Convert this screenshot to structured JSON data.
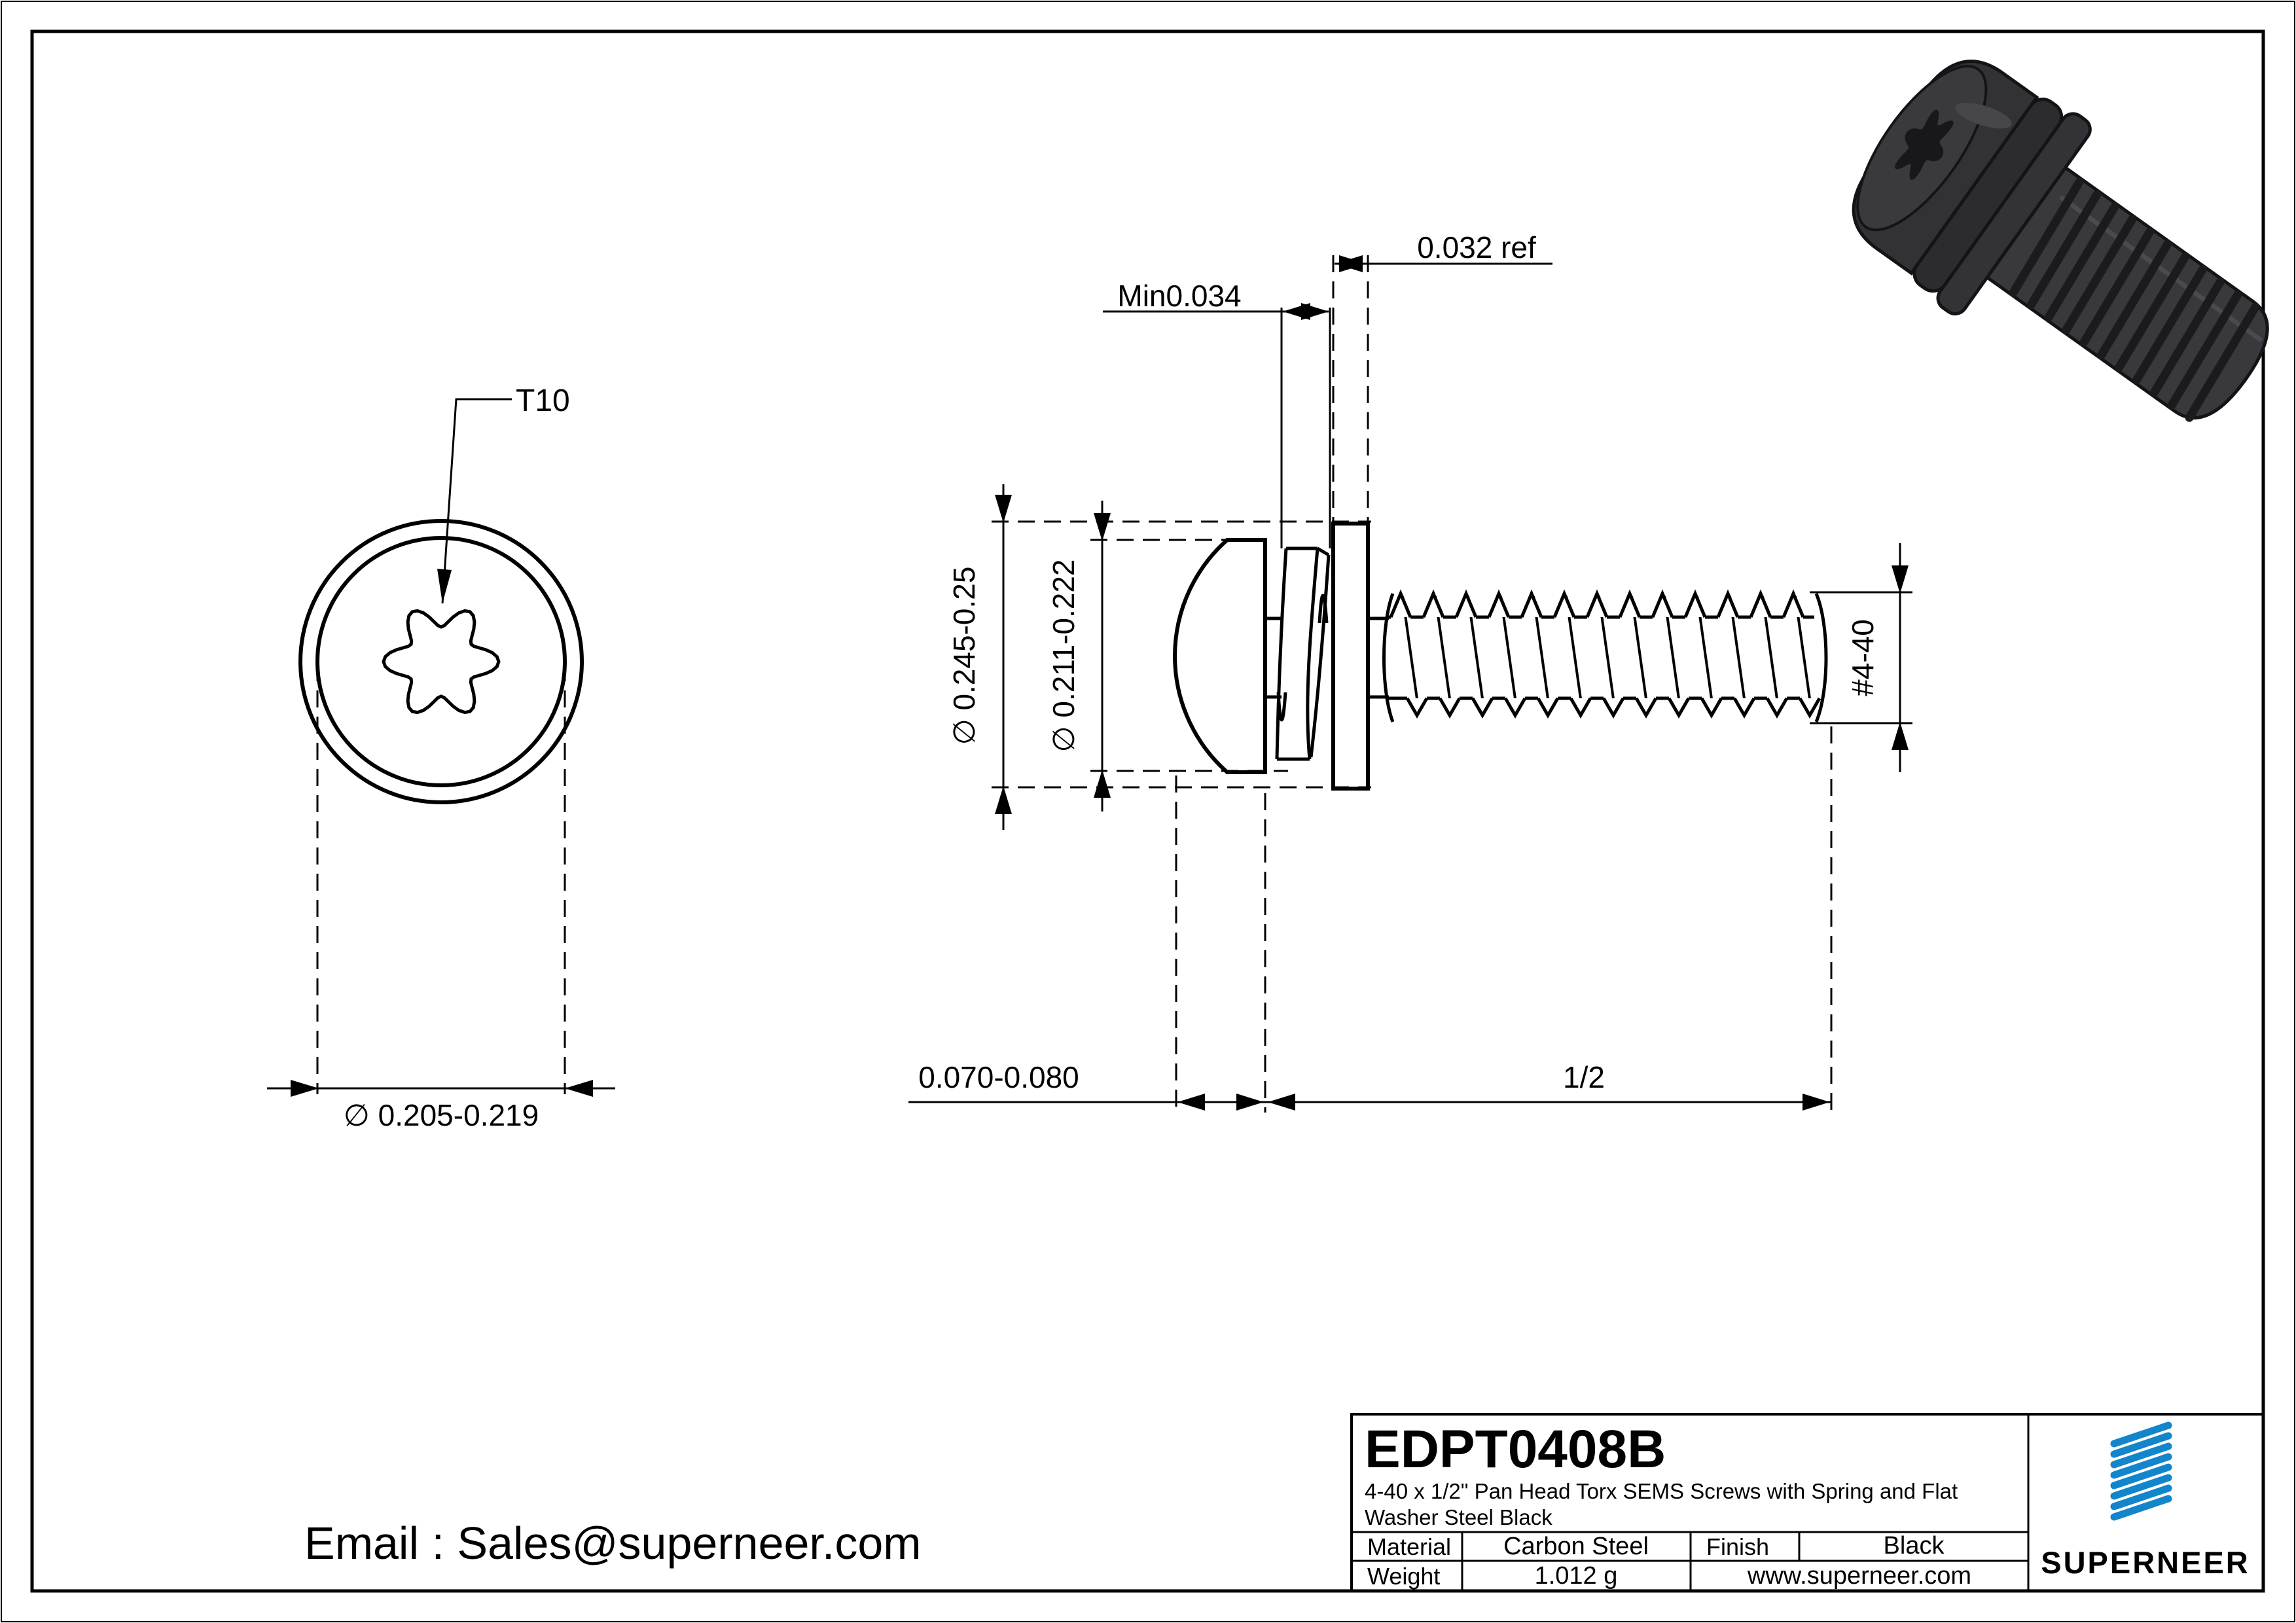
{
  "email": "Email : Sales@superneer.com",
  "views": {
    "top": {
      "t10": "T10",
      "dia": "∅ 0.205-0.219"
    },
    "side": {
      "washer_ref": "0.032 ref",
      "spring_min": "Min0.034",
      "washer_od": "∅ 0.245-0.25",
      "head_od": "∅ 0.211-0.222",
      "head_h": "0.070-0.080",
      "length": "1/2",
      "thread": "#4-40"
    }
  },
  "tb": {
    "part_number": "EDPT0408B",
    "desc1": "4-40 x 1/2\" Pan Head Torx SEMS Screws with Spring and Flat",
    "desc2": "Washer Steel Black",
    "material_label": "Material",
    "material_value": "Carbon Steel",
    "finish_label": "Finish",
    "finish_value": "Black",
    "weight_label": "Weight",
    "weight_value": "1.012 g",
    "website": "www.superneer.com",
    "brand": "SUPERNEER"
  },
  "colors": {
    "brand_blue": "#1385cb",
    "link_blue": "#2e86d2",
    "line": "#000000",
    "screw_body": "#323234"
  }
}
